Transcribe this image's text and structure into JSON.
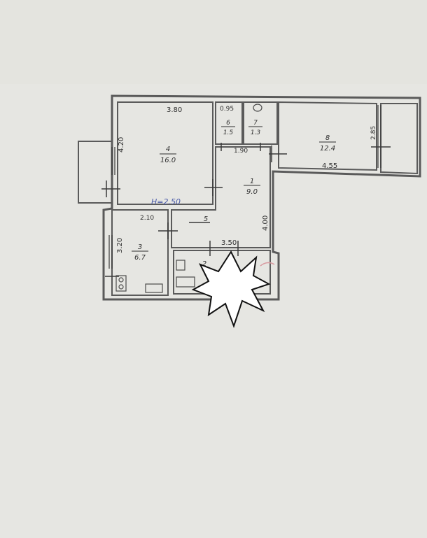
{
  "plan": {
    "dimensions": {
      "room4_width": "3.80",
      "room4_depth": "4.20",
      "room6_width": "0.95",
      "corridor_width": "1.90",
      "room8_depth": "2.85",
      "room8_width": "4.55",
      "room3_width": "2.10",
      "room3_depth": "3.20",
      "room1_depth": "4.00",
      "bottom_width": "3.50"
    },
    "ceiling_height": "H=2.50",
    "rooms": [
      {
        "number": "4",
        "area": "16.0"
      },
      {
        "number": "6",
        "area": "1.5"
      },
      {
        "number": "7",
        "area": "1.3"
      },
      {
        "number": "8",
        "area": "12.4"
      },
      {
        "number": "1",
        "area": "9.0"
      },
      {
        "number": "3",
        "area": "6.7"
      },
      {
        "number": "5",
        "area": ""
      },
      {
        "number": "2",
        "area": ""
      }
    ],
    "colors": {
      "paper": "#e6e6e2",
      "wall": "#5a5a5a",
      "ink": "#2f2f2f",
      "blue_ink": "#4a5aa8",
      "red_ink": "#d89aa0"
    }
  }
}
